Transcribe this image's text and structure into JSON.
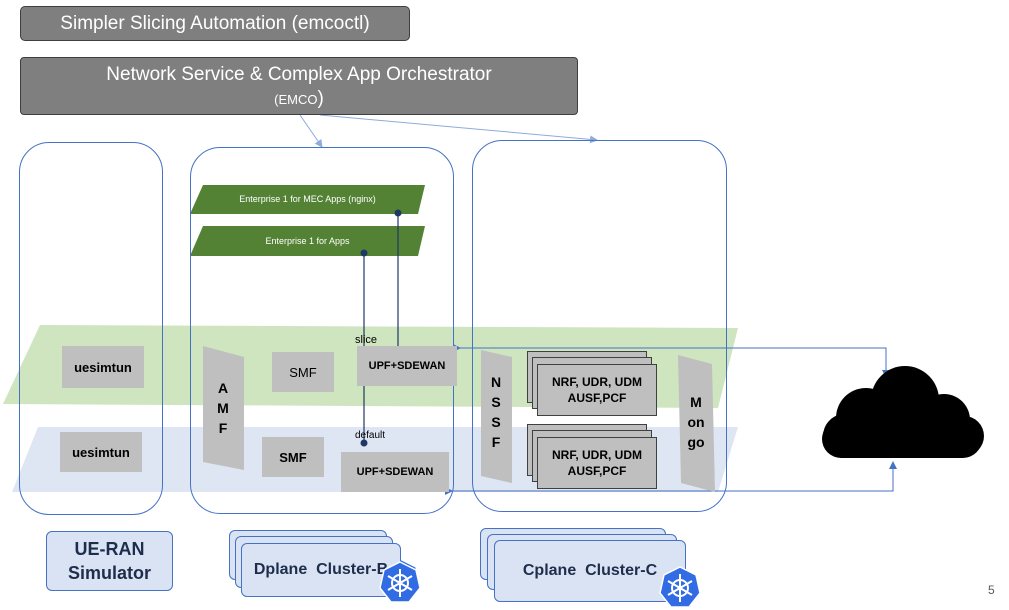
{
  "title_boxes": {
    "automation": "Simpler Slicing Automation (emcoctl)",
    "orchestrator_line1": "Network Service & Complex App Orchestrator",
    "orchestrator_line2": "(EMCO",
    "orchestrator_paren": ")"
  },
  "enterprise_planes": {
    "mec_apps": "Enterprise 1 for MEC Apps (nginx)",
    "apps": "Enterprise 1 for Apps"
  },
  "slice_plane": {
    "label": "slice",
    "ue": "uesimtun",
    "smf": "SMF",
    "upf": "UPF+SDEWAN",
    "nf_line1": "NRF, UDR, UDM",
    "nf_line2": "AUSF,PCF"
  },
  "default_plane": {
    "label": "default",
    "ue": "uesimtun",
    "smf": "SMF",
    "upf": "UPF+SDEWAN",
    "nf_line1": "NRF, UDR, UDM",
    "nf_line2": "AUSF,PCF"
  },
  "vertical_nfs": {
    "amf": [
      "A",
      "M",
      "F"
    ],
    "nssf": [
      "N",
      "S",
      "S",
      "F"
    ],
    "mongo": [
      "M",
      "on",
      "go"
    ]
  },
  "cluster_labels": {
    "ue_ran_line1": "UE-RAN",
    "ue_ran_line2": "Simulator",
    "dplane": "Dplane  Cluster-B",
    "cplane": "Cplane  Cluster-C"
  },
  "page_number": "5",
  "colors": {
    "grey_box": "#7f7f7f",
    "cluster_border": "#4472c4",
    "slice_plane": "#c5e0b4",
    "default_plane": "#dae3f3",
    "enterprise_green": "#548235",
    "nf_grey": "#bfbfbf",
    "kubernetes_blue": "#326ce5"
  },
  "icons": [
    "cloud-icon",
    "kubernetes-icon"
  ]
}
